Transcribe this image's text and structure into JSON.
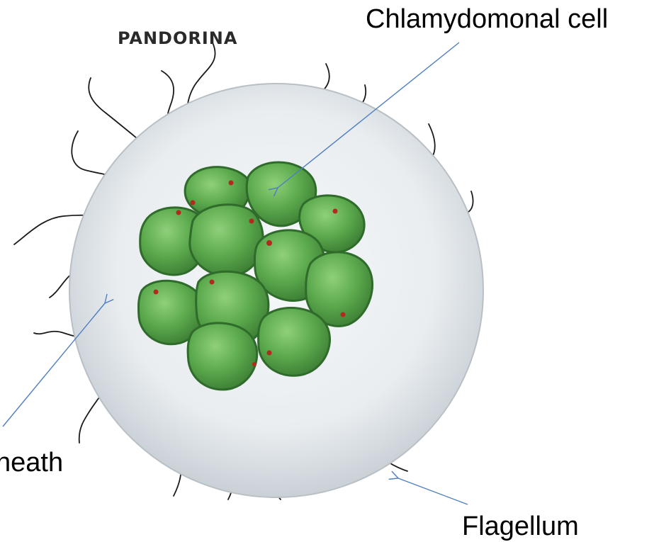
{
  "title": "PANDORINA",
  "labels": {
    "cell": "Chlamydomonal cell",
    "sheath": "heath",
    "flagellum": "Flagellum"
  },
  "colors": {
    "cell_fill": "#5aa84c",
    "cell_dark": "#3c7a34",
    "sheath": "#e6ebee",
    "flagella": "#1a1a1a",
    "eyespot": "#b02a1e",
    "arrow": "#4f7fbf"
  }
}
